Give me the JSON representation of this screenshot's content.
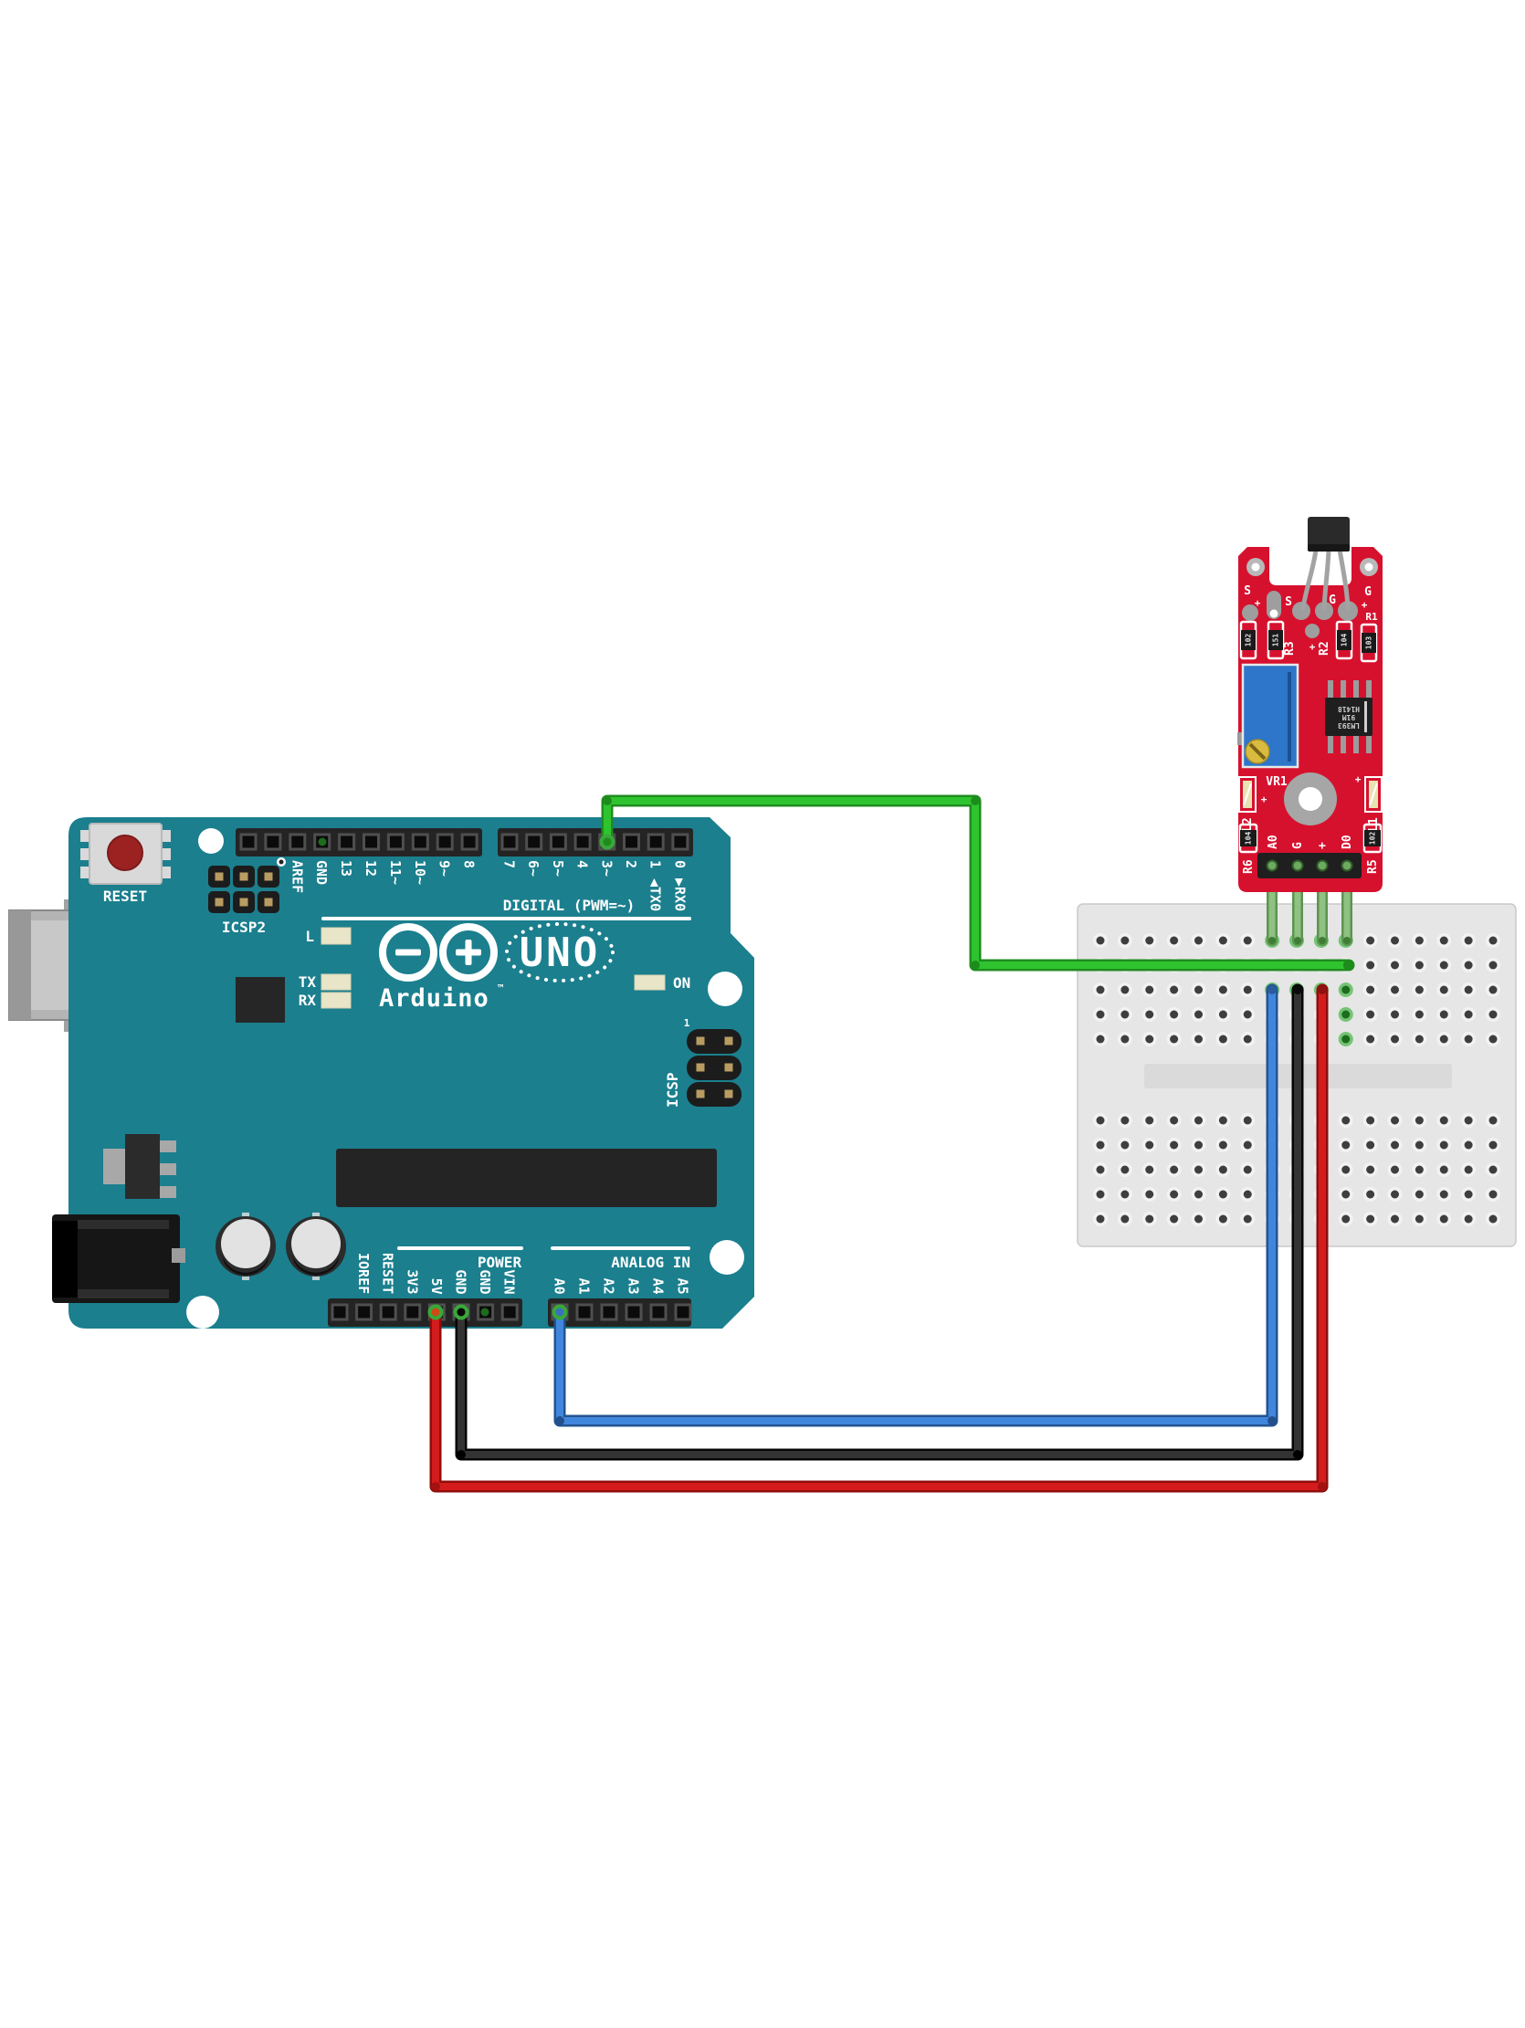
{
  "colors": {
    "board_teal": "#1b7f8e",
    "sensor_red": "#d6112e",
    "breadboard_bg": "#e6e6e6",
    "wire_green": "#2fc42f",
    "wire_blue": "#4186dd",
    "wire_red": "#d41c1c",
    "wire_black": "#333333",
    "leg_green": "#8fc182",
    "hole_green_ring": "#74c474"
  },
  "arduino": {
    "reset_label": "RESET",
    "icsp2_label": "ICSP2",
    "icsp_label": "ICSP",
    "icsp_pin1_label": "1",
    "digital_section_label": "DIGITAL (PWM=~)",
    "power_section_label": "POWER",
    "analog_section_label": "ANALOG IN",
    "led_l_label": "L",
    "led_tx_label": "TX",
    "led_rx_label": "RX",
    "led_on_label": "ON",
    "logo_text": "UNO",
    "brand_text": "Arduino",
    "brand_tm": "™",
    "digital_left_labels": [
      "AREF",
      "GND",
      "13",
      "12",
      "11~",
      "10~",
      "9~",
      "8"
    ],
    "digital_right_labels": [
      "7",
      "6~",
      "5~",
      "4",
      "3~",
      "2",
      "1",
      "0"
    ],
    "tx0_label": "◀TX0",
    "rx0_label": "▶RX0",
    "power_pin_labels": [
      "IOREF",
      "RESET",
      "3V3",
      "5V",
      "GND",
      "GND",
      "VIN"
    ],
    "analog_pin_labels": [
      "A0",
      "A1",
      "A2",
      "A3",
      "A4",
      "A5"
    ]
  },
  "sensor": {
    "s1": "S",
    "plus1": "+",
    "s2": "S",
    "g1": "G",
    "g2": "G",
    "plus2": "+",
    "r1": "R1",
    "r2": "R2",
    "r3": "R3",
    "r5": "R5",
    "r6": "R6",
    "plus3": "+",
    "code_102": "102",
    "code_151": "151",
    "code_104": "104",
    "code_103": "103",
    "r6_code": "104",
    "r5_code": "102",
    "vr1": "VR1",
    "l1": "L1",
    "l2": "L2",
    "plus_l1": "+",
    "plus_l2": "+",
    "ic_line1": "LM393",
    "ic_line2": "91M",
    "ic_line3": "H1418",
    "pin_labels": [
      "A0",
      "G",
      "+",
      "D0"
    ]
  }
}
